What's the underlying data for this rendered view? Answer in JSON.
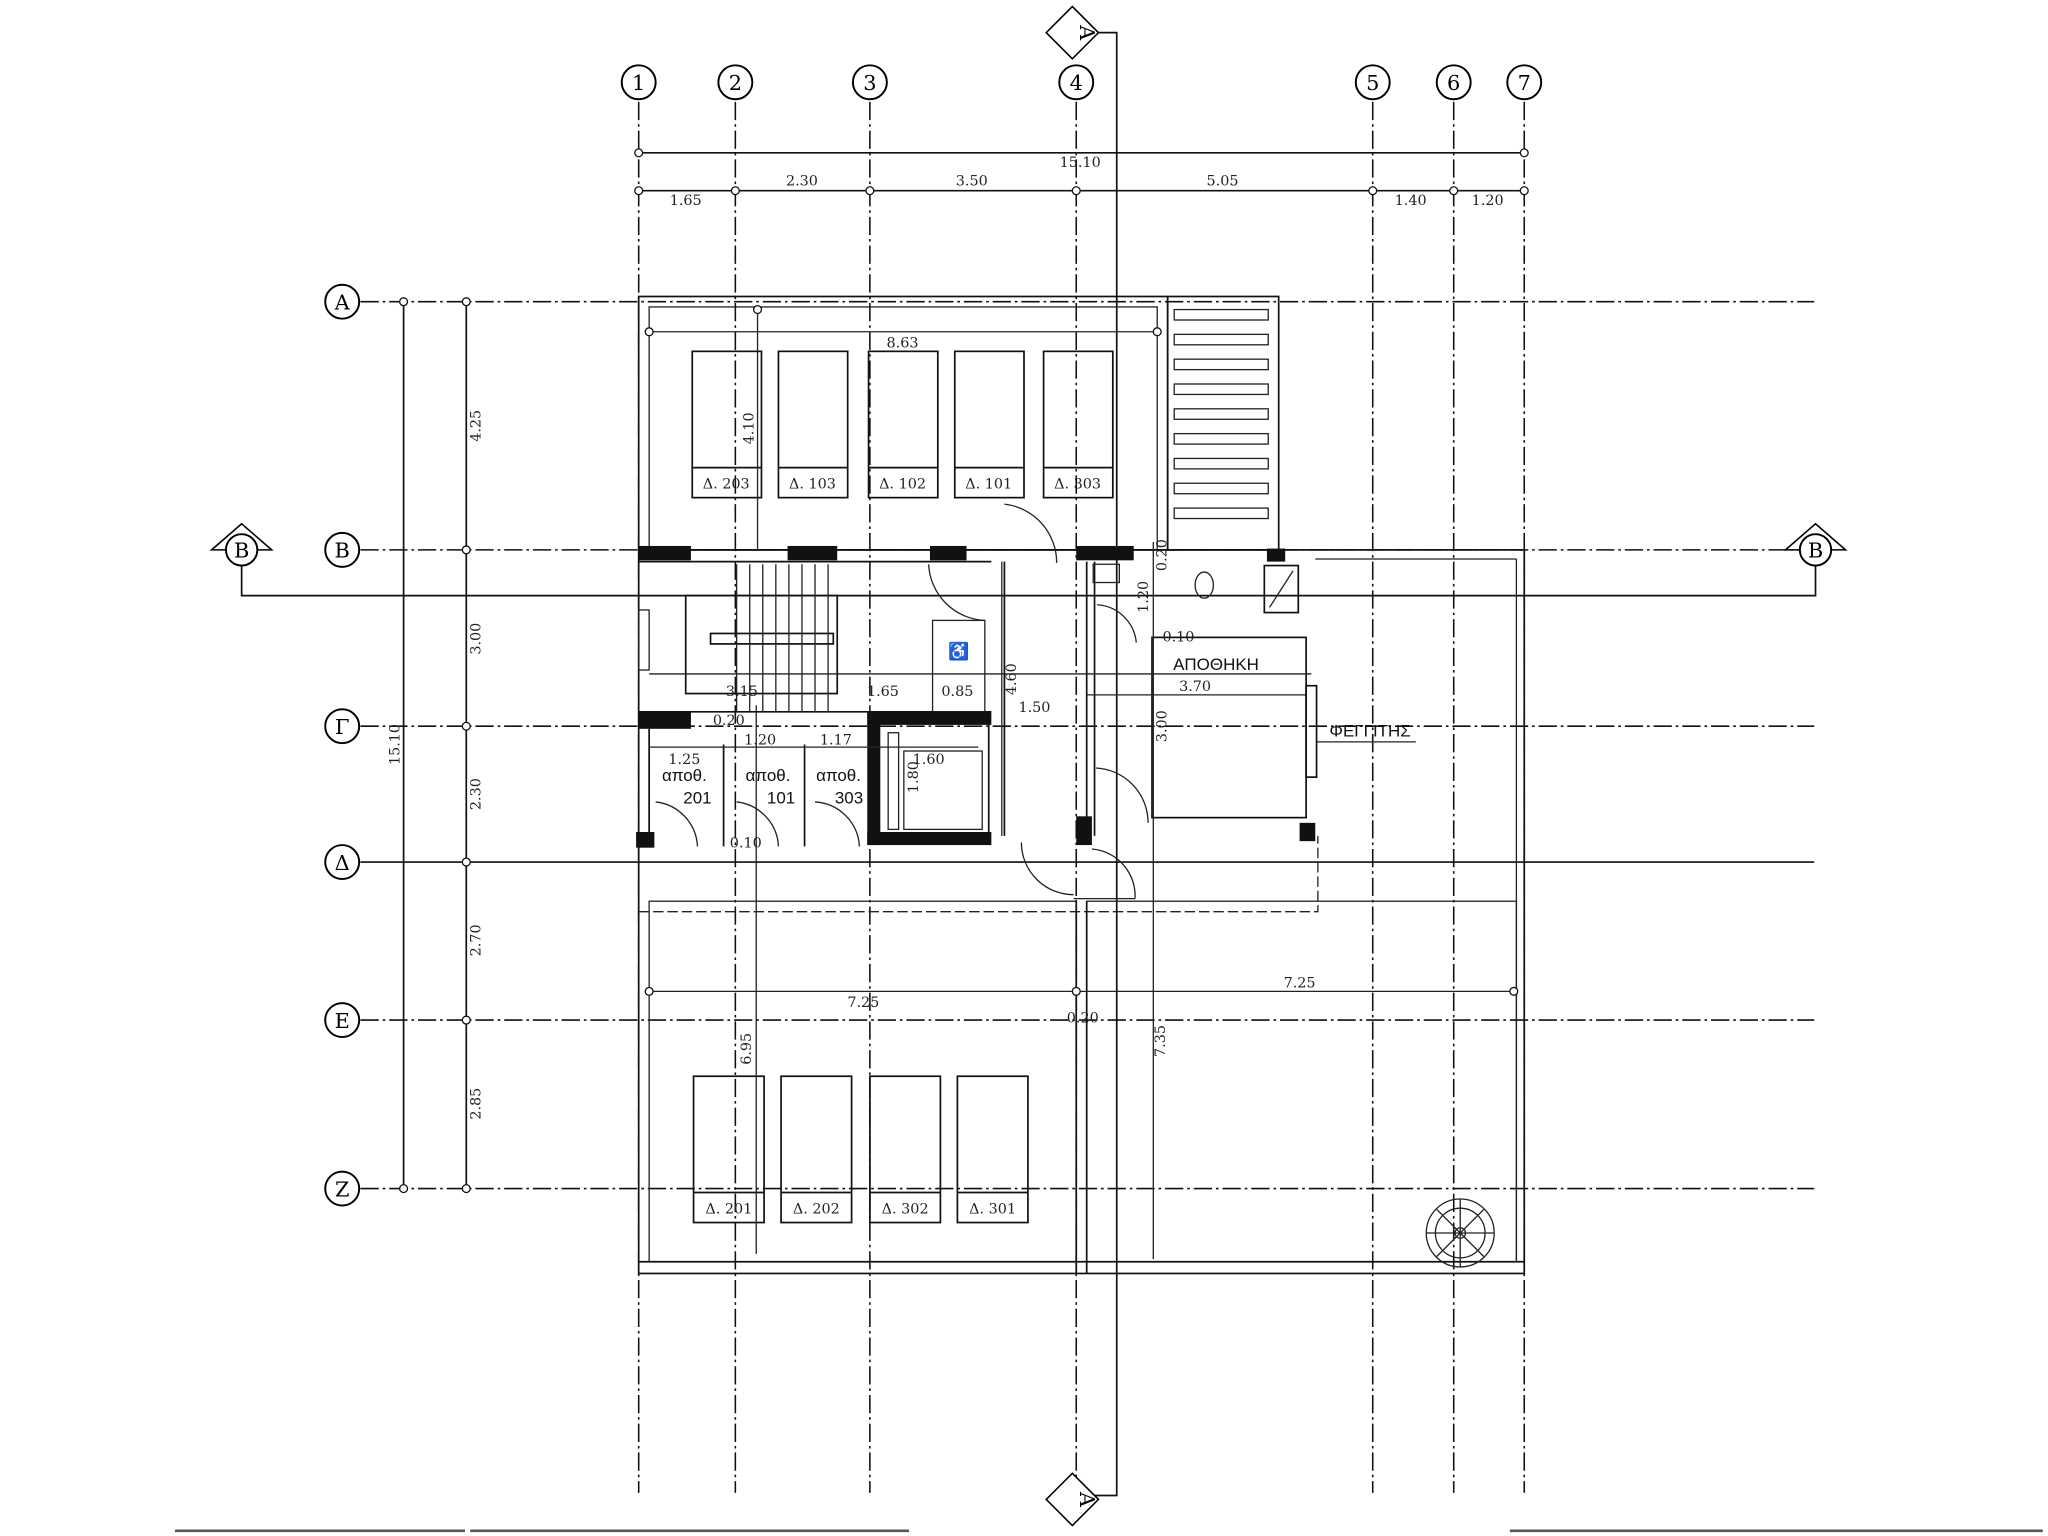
{
  "plan": {
    "column_axes": [
      "1",
      "2",
      "3",
      "4",
      "5",
      "6",
      "7"
    ],
    "row_axes": [
      "Α",
      "Β",
      "Γ",
      "Δ",
      "Ε",
      "Ζ"
    ],
    "section_marks": {
      "a": "Α",
      "b": "Β"
    },
    "top_dims": {
      "overall": "15.10",
      "segments": [
        "1.65",
        "2.30",
        "3.50",
        "5.05",
        "1.40",
        "1.20"
      ]
    },
    "left_dims": {
      "overall": "15.10",
      "segments": [
        "4.25",
        "3.00",
        "2.30",
        "2.70",
        "2.85"
      ]
    },
    "parking_top": [
      "Δ. 203",
      "Δ. 103",
      "Δ. 102",
      "Δ. 101",
      "Δ. 303"
    ],
    "parking_bottom": [
      "Δ. 201",
      "Δ. 202",
      "Δ. 302",
      "Δ. 301"
    ],
    "rooms": {
      "storage": "ΑΠΟΘΗΚΗ",
      "skylight": "ΦΕΓΓΙΤΗΣ",
      "store_label": "αποθ.",
      "store_201": "201",
      "store_101": "101",
      "store_303": "303"
    },
    "inner_dims": {
      "d863": "8.63",
      "d410": "4.10",
      "d020a": "0.20",
      "d120a": "1.20",
      "d010a": "0.10",
      "d370": "3.70",
      "d315": "3.15",
      "d165": "1.65",
      "d085": "0.85",
      "d460": "4.60",
      "d150": "1.50",
      "d300": "3.00",
      "d020b": "0.20",
      "d120b": "1.20",
      "d117": "1.17",
      "d125": "1.25",
      "d160": "1.60",
      "d180": "1.80",
      "d010b": "0.10",
      "d725a": "7.25",
      "d725b": "7.25",
      "d020c": "0.20",
      "d695": "6.95",
      "d735": "7.35"
    }
  }
}
